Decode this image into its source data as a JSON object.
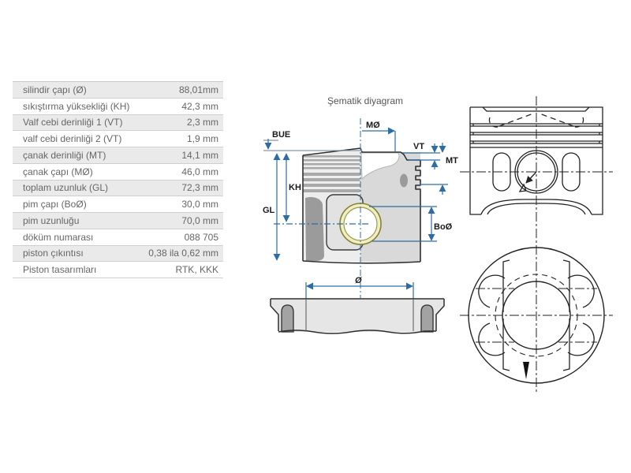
{
  "spec_table": {
    "rows": [
      {
        "label": "silindir çapı (Ø)",
        "value": "88,01mm"
      },
      {
        "label": "sıkıştırma yüksekliği (KH)",
        "value": "42,3 mm"
      },
      {
        "label": "Valf cebi derinliği 1 (VT)",
        "value": "2,3 mm"
      },
      {
        "label": "valf cebi derinliği 2 (VT)",
        "value": "1,9 mm"
      },
      {
        "label": "çanak derinliği (MT)",
        "value": "14,1 mm"
      },
      {
        "label": "çanak çapı (MØ)",
        "value": "46,0 mm"
      },
      {
        "label": "toplam uzunluk (GL)",
        "value": "72,3 mm"
      },
      {
        "label": "pim çapı (BoØ)",
        "value": "30,0 mm"
      },
      {
        "label": "pim uzunluğu",
        "value": "70,0 mm"
      },
      {
        "label": "döküm numarası",
        "value": "088 705"
      },
      {
        "label": "piston çıkıntısı",
        "value": "0,38 ila 0,62 mm"
      },
      {
        "label": "Piston tasarımları",
        "value": "RTK, KKK"
      }
    ]
  },
  "diagram": {
    "title": "Şematik diyagram",
    "labels": {
      "bue": "BUE",
      "kh": "KH",
      "gl": "GL",
      "mo": "MØ",
      "vt": "VT",
      "mt": "MT",
      "boo": "BoØ",
      "o_liner": "Ø"
    },
    "colors": {
      "dimension_blue": "#2e6da4",
      "outline_dark": "#2f2f2f",
      "section_gray": "#d9d9d9",
      "shade_gray": "#9b9b9b",
      "pin_ring_yellow": "#84842f",
      "table_alt_row": "#eaeaea"
    }
  }
}
